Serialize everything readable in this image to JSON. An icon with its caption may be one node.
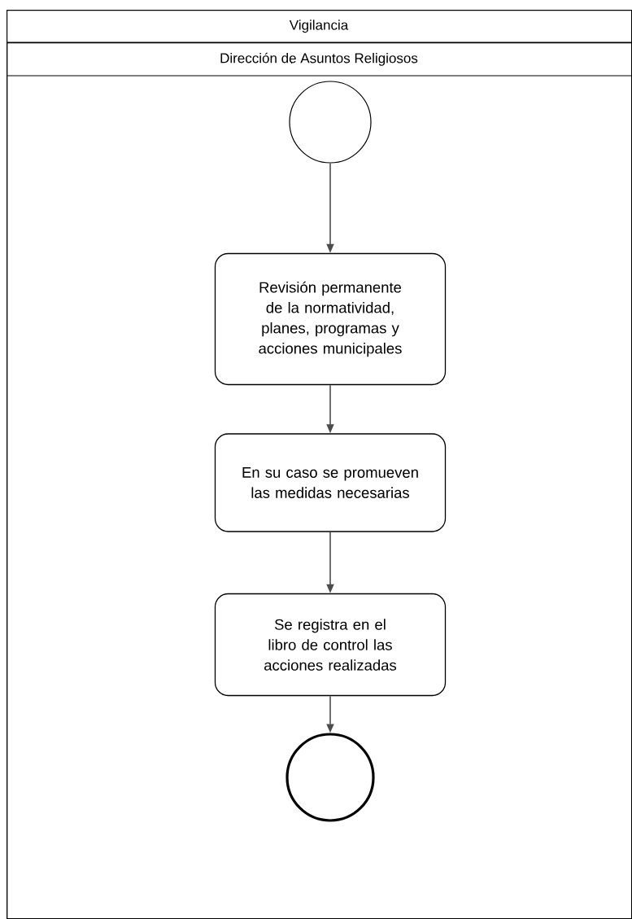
{
  "diagram": {
    "nodes": [
      {
        "text": [
          "Vigilancia"
        ]
      },
      {
        "text": [
          "Dirección de Asuntos Religiosos"
        ],
        "in": 0
      },
      {
        "text": [],
        "shape": "circle",
        "in": 1
      },
      {
        "text": [
          "Revisión permanente de la normatividad, planes, programas y acciones municipales"
        ],
        "in": 1
      },
      {
        "text": [
          "En su caso se promueven las medidas necesarias"
        ],
        "in": 1
      },
      {
        "text": [
          "Se registra en el libro de control las acciones realizadas"
        ],
        "in": 1
      },
      {
        "text": [],
        "shape": "circle",
        "in": 1
      }
    ],
    "edges": [
      {
        "from": 2,
        "to": 3,
        "arrow": "to"
      },
      {
        "from": 3,
        "to": 4,
        "arrow": "to"
      },
      {
        "from": 4,
        "to": 5,
        "arrow": "to"
      },
      {
        "from": 5,
        "to": 6,
        "arrow": "to"
      }
    ]
  }
}
